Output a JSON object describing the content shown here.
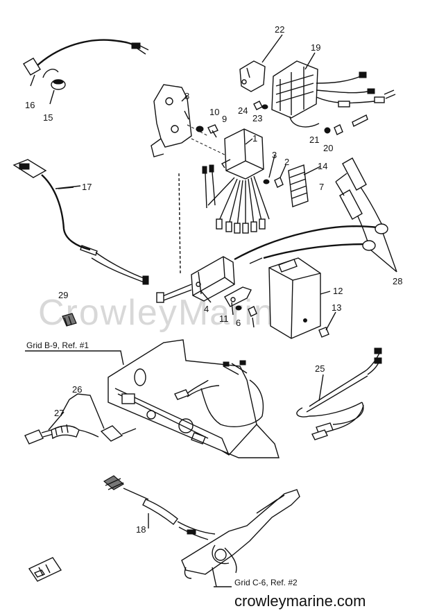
{
  "labels": {
    "p1": "1",
    "p2": "2",
    "p3": "3",
    "p4": "4",
    "p6": "6",
    "p7": "7",
    "p8": "8",
    "p9": "9",
    "p10": "10",
    "p11": "11",
    "p12": "12",
    "p13": "13",
    "p14": "14",
    "p15": "15",
    "p16": "16",
    "p17": "17",
    "p18": "18",
    "p19": "19",
    "p20": "20",
    "p21": "21",
    "p22": "22",
    "p23": "23",
    "p24": "24",
    "p25": "25",
    "p26": "26",
    "p27": "27",
    "p28": "28",
    "p29": "29"
  },
  "references": {
    "grid_b9": "Grid B-9, Ref. #1",
    "grid_c6": "Grid C-6, Ref. #2"
  },
  "watermark": "CrowleyMarine",
  "site_url": "crowleymarine.com"
}
